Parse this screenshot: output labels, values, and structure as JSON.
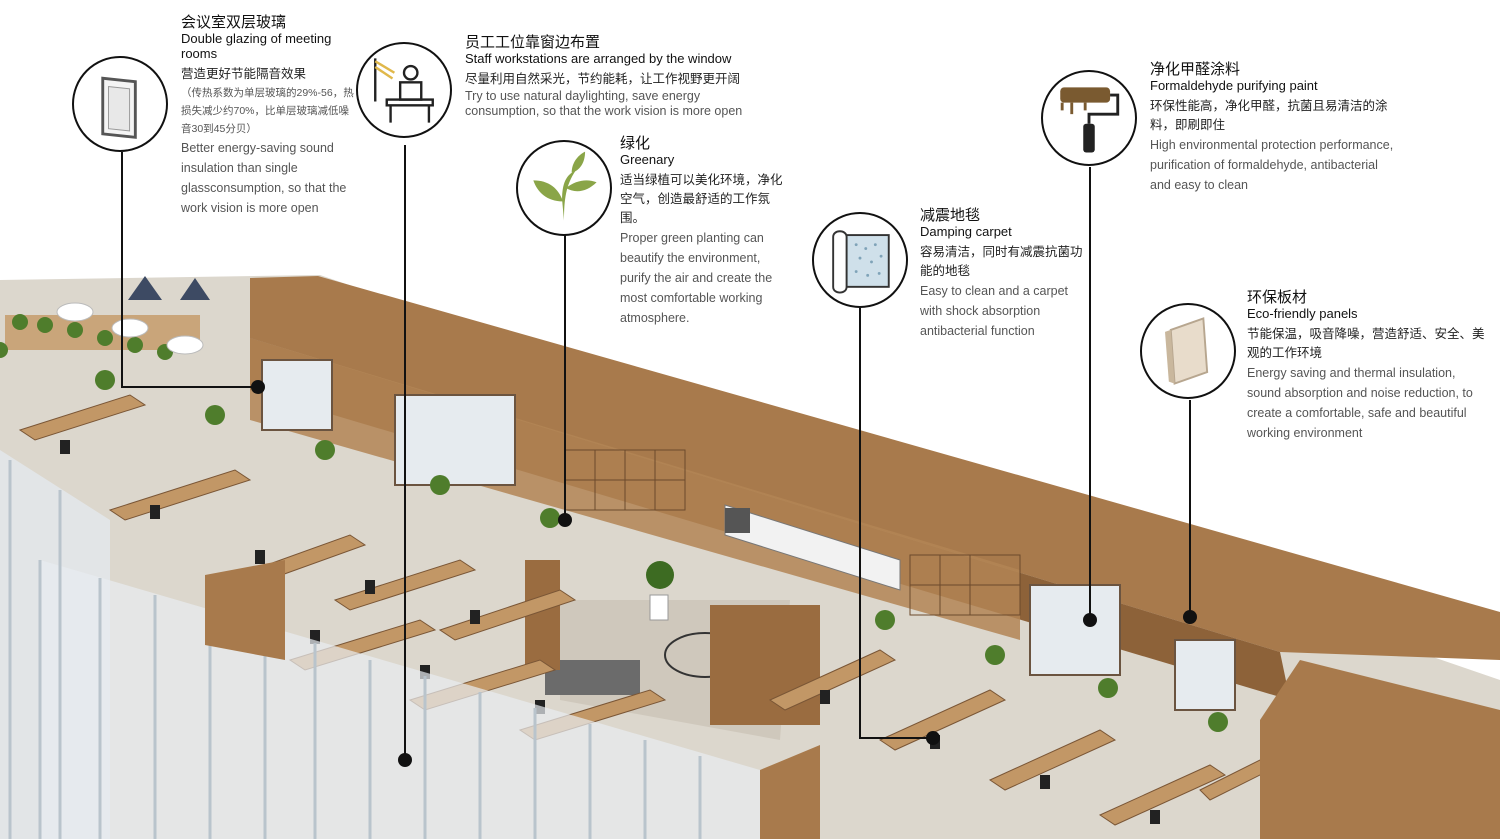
{
  "callouts": [
    {
      "id": "double-glazing",
      "zh_title": "会议室双层玻璃",
      "en_title": "Double glazing of meeting rooms",
      "zh_body": "营造更好节能隔音效果",
      "zh_note": "（传热系数为单层玻璃的29%-56，热损失减少约70%，比单层玻璃减低噪音30到45分贝）",
      "en_body": "Better energy-saving sound insulation than single glassconsumption, so that the work vision is more open",
      "icon": "glass-pane-icon"
    },
    {
      "id": "window-workstations",
      "zh_title": "员工工位靠窗边布置",
      "en_title": "Staff workstations are arranged by the window",
      "zh_body": "尽量利用自然采光，节约能耗，让工作视野更开阔",
      "en_body": "Try to use natural daylighting, save energy consumption, so that the work vision is more open",
      "icon": "desk-worker-icon"
    },
    {
      "id": "greenery",
      "zh_title": "绿化",
      "en_title": "Greenary",
      "zh_body": "适当绿植可以美化环境，净化空气，创造最舒适的工作氛围。",
      "en_body": "Proper green planting can beautify the environment, purify the air and create the most comfortable working atmosphere.",
      "icon": "plant-icon"
    },
    {
      "id": "damping-carpet",
      "zh_title": "减震地毯",
      "en_title": "Damping carpet",
      "zh_body": "容易清洁，同时有减震抗菌功能的地毯",
      "en_body": "Easy to clean and a carpet with shock absorption antibacterial function",
      "icon": "carpet-roll-icon"
    },
    {
      "id": "purifying-paint",
      "zh_title": "净化甲醛涂料",
      "en_title": "Formaldehyde purifying paint",
      "zh_body": "环保性能高，净化甲醛，抗菌且易清洁的涂料，即刷即住",
      "en_body": "High environmental protection performance, purification of formaldehyde, antibacterial and easy to clean",
      "icon": "paint-roller-icon"
    },
    {
      "id": "eco-panels",
      "zh_title": "环保板材",
      "en_title": "Eco-friendly panels",
      "zh_body": "节能保温，吸音降噪，营造舒适、安全、美观的工作环境",
      "en_body": "Energy saving and thermal insulation, sound absorption and noise reduction, to create a comfortable, safe and beautiful working environment",
      "icon": "panel-board-icon"
    }
  ],
  "colors": {
    "wood": "#a8784a",
    "wood_dark": "#7e5632",
    "floor": "#d9d4cb",
    "glass": "#dfe7ee",
    "plant": "#5f8f3a",
    "line": "#111111"
  }
}
